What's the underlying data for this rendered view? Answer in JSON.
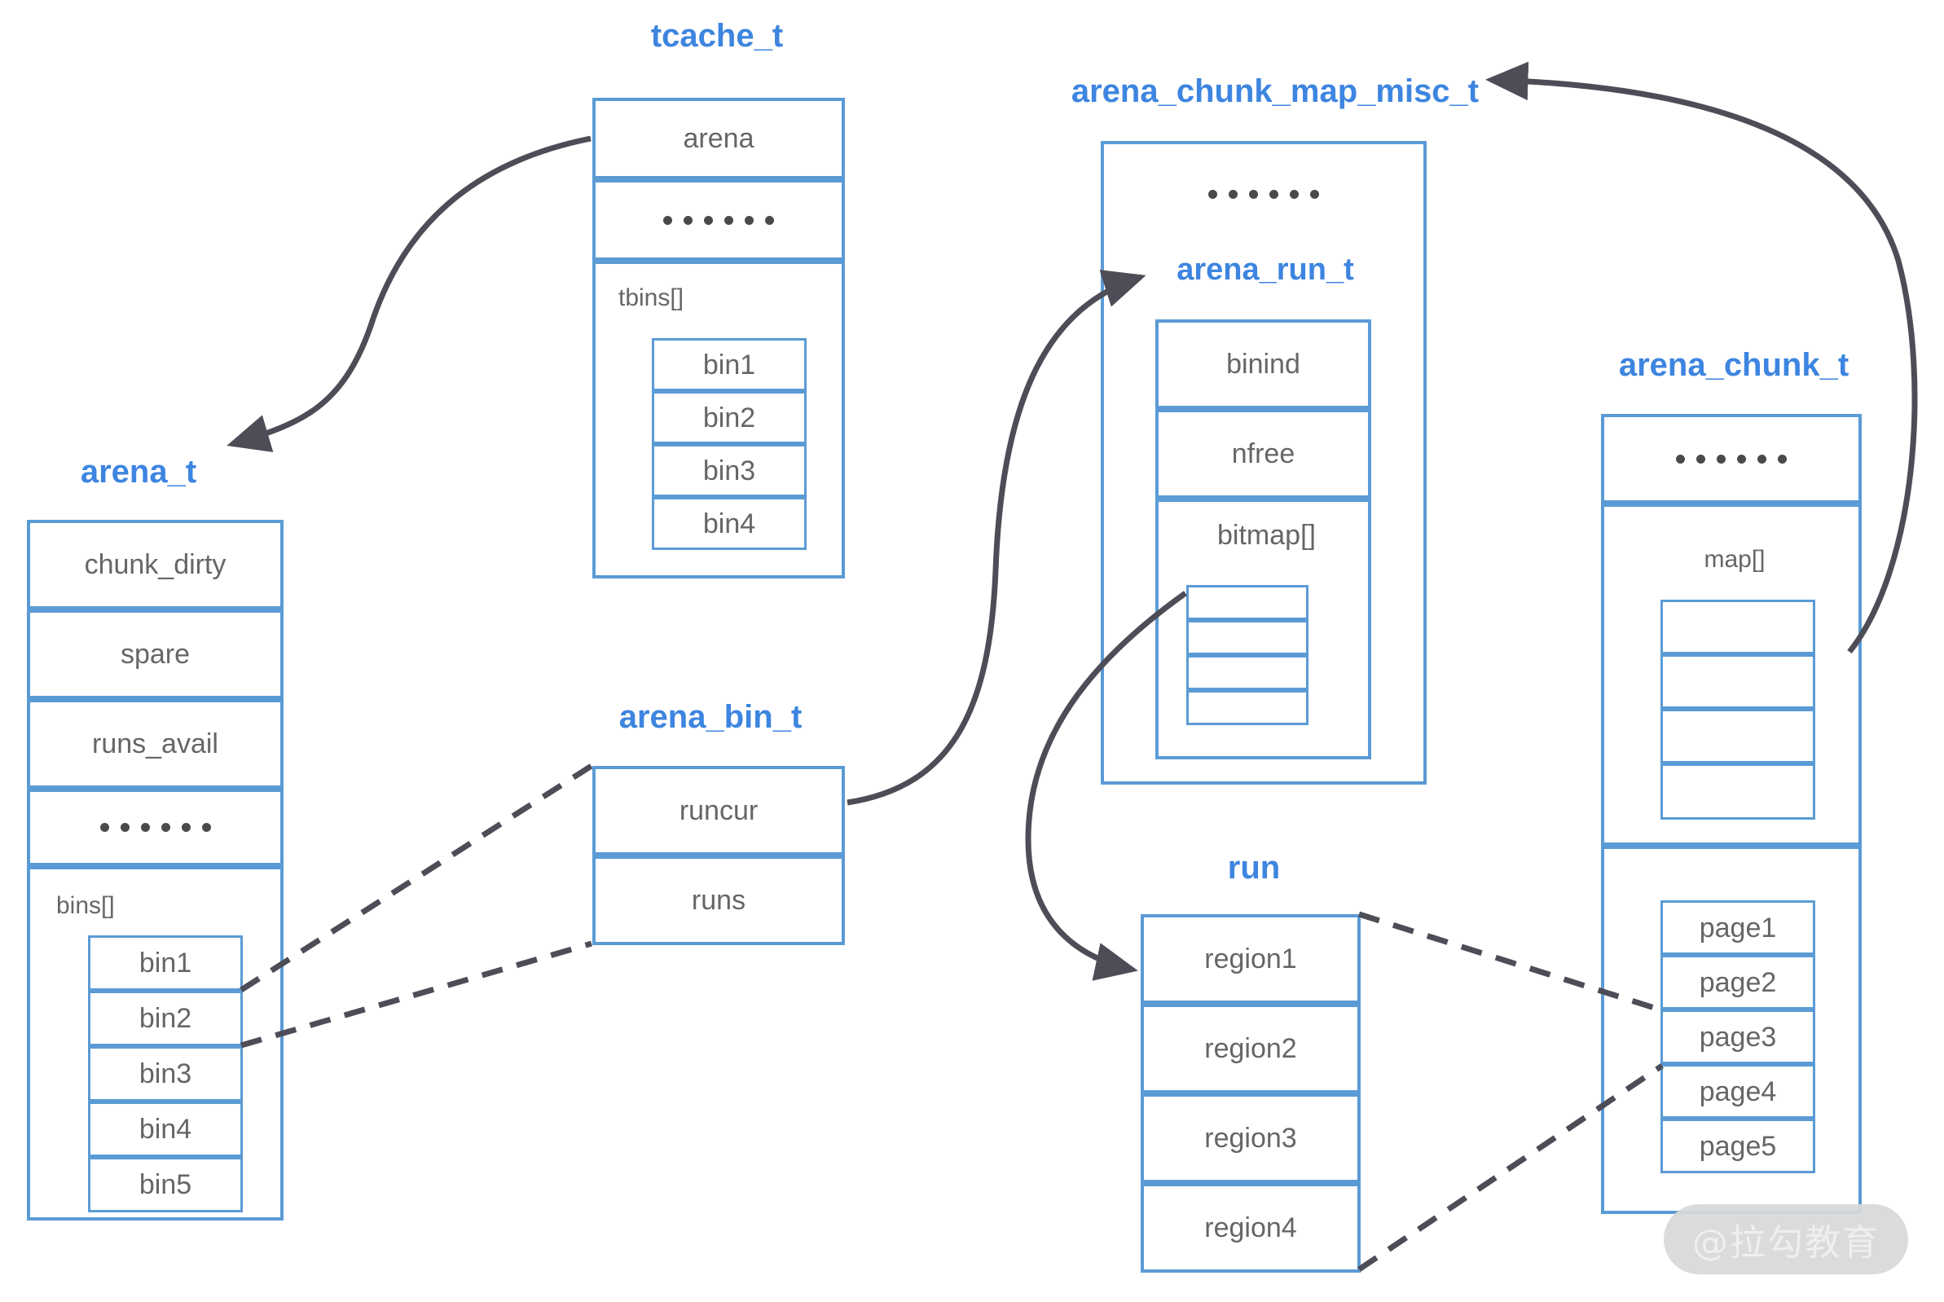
{
  "diagram": {
    "title_color": "#3d85e0",
    "border_color": "#5b9bd5",
    "text_color": "#666666",
    "arrow_color": "#4d4d57",
    "background": "#ffffff"
  },
  "structs": {
    "tcache": {
      "title": "tcache_t",
      "rows": [
        {
          "label": "arena"
        },
        {
          "label": "......"
        }
      ],
      "tbins": {
        "label": "tbins[]",
        "items": [
          "bin1",
          "bin2",
          "bin3",
          "bin4"
        ]
      }
    },
    "arena": {
      "title": "arena_t",
      "rows": [
        {
          "label": "chunk_dirty"
        },
        {
          "label": "spare"
        },
        {
          "label": "runs_avail"
        },
        {
          "label": "......"
        }
      ],
      "bins": {
        "label": "bins[]",
        "items": [
          "bin1",
          "bin2",
          "bin3",
          "bin4",
          "bin5"
        ]
      }
    },
    "arena_bin": {
      "title": "arena_bin_t",
      "rows": [
        {
          "label": "runcur"
        },
        {
          "label": "runs"
        }
      ]
    },
    "chunk_map_misc": {
      "title": "arena_chunk_map_misc_t",
      "ellipsis": "......",
      "arena_run": {
        "title": "arena_run_t",
        "rows": [
          {
            "label": "binind"
          },
          {
            "label": "nfree"
          }
        ],
        "bitmap": {
          "label": "bitmap[]",
          "slots": 4
        }
      }
    },
    "run": {
      "title": "run",
      "rows": [
        {
          "label": "region1"
        },
        {
          "label": "region2"
        },
        {
          "label": "region3"
        },
        {
          "label": "region4"
        }
      ]
    },
    "arena_chunk": {
      "title": "arena_chunk_t",
      "ellipsis": "......",
      "map": {
        "label": "map[]",
        "slots": 4
      },
      "pages": [
        "page1",
        "page2",
        "page3",
        "page4",
        "page5"
      ]
    }
  },
  "watermark": {
    "text": "@拉勾教育"
  }
}
